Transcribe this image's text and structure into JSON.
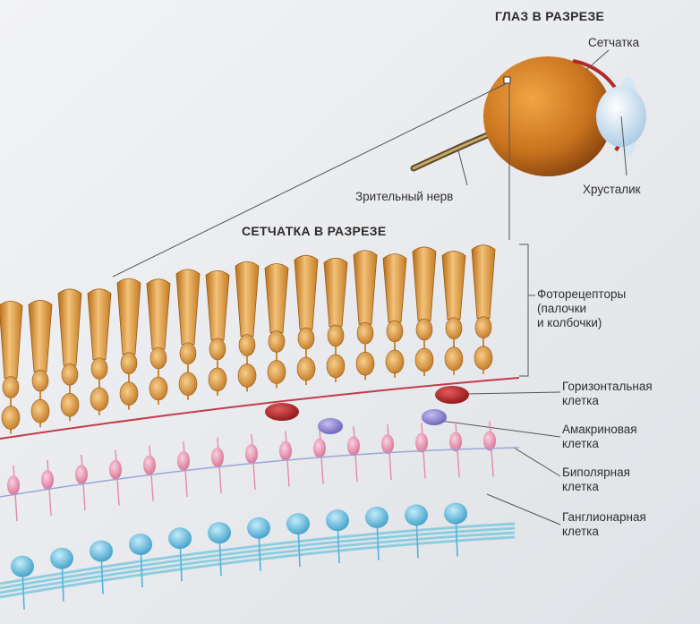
{
  "titles": {
    "eye_section": "ГЛАЗ В РАЗРЕЗЕ",
    "retina_section": "СЕТЧАТКА В РАЗРЕЗЕ"
  },
  "labels": {
    "retina": "Сетчатка",
    "lens": "Хрусталик",
    "optic_nerve": "Зрительный нерв",
    "photoreceptors": [
      "Фоторецепторы",
      "(палочки",
      "и колбочки)"
    ],
    "horizontal_cell": [
      "Горизонтальная",
      "клетка"
    ],
    "amacrine_cell": [
      "Амакриновая",
      "клетка"
    ],
    "bipolar_cell": [
      "Биполярная",
      "клетка"
    ],
    "ganglion_cell": [
      "Ганглионарная",
      "клетка"
    ]
  },
  "colors": {
    "background": "#e9ebee",
    "photoreceptor": "#d9912e",
    "photoreceptor_light": "#f2c27a",
    "horizontal_cell": "#b3262a",
    "amacrine_cell": "#8a80cc",
    "bipolar_cell": "#e48aa8",
    "ganglion_cell": "#52b3dd",
    "nerve_fiber": "#7fc8dd",
    "eyeball": "#c8721e",
    "lens": "#cfe3f2"
  }
}
